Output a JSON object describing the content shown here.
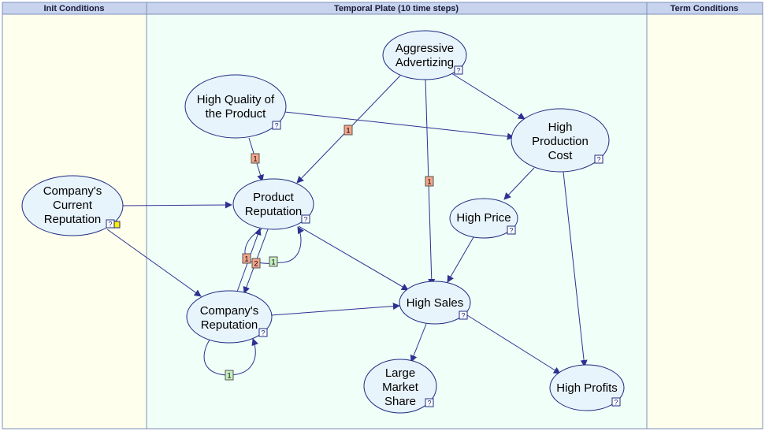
{
  "panes": {
    "init": {
      "title": "Init Conditions"
    },
    "plate": {
      "title": "Temporal Plate (10 time steps)"
    },
    "term": {
      "title": "Term Conditions"
    }
  },
  "colors": {
    "header_bg": "#c8d4ee",
    "init_bg": "#ffffee",
    "plate_bg": "#f0fff8",
    "node_fill": "#e8f4fb",
    "node_stroke": "#1c2b80",
    "arc": "#2e3192",
    "badge_orange": "#f4a58a",
    "badge_green": "#c6efc0",
    "badge_yellow": "#ffee00"
  },
  "nodes": {
    "aggressive_advertizing": {
      "lines": [
        "Aggressive",
        "Advertizing"
      ],
      "badge": "?"
    },
    "high_quality": {
      "lines": [
        "High Quality of",
        "the Product"
      ],
      "badge": "?"
    },
    "high_production_cost": {
      "lines": [
        "High",
        "Production",
        "Cost"
      ],
      "badge": "?"
    },
    "companys_current_reputation": {
      "lines": [
        "Company's",
        "Current",
        "Reputation"
      ],
      "badge": "?"
    },
    "product_reputation": {
      "lines": [
        "Product",
        "Reputation"
      ],
      "badge": "?"
    },
    "high_price": {
      "lines": [
        "High Price"
      ],
      "badge": "?"
    },
    "companys_reputation": {
      "lines": [
        "Company's",
        "Reputation"
      ],
      "badge": "?"
    },
    "high_sales": {
      "lines": [
        "High Sales"
      ],
      "badge": "?"
    },
    "large_market_share": {
      "lines": [
        "Large",
        "Market",
        "Share"
      ],
      "badge": "?"
    },
    "high_profits": {
      "lines": [
        "High Profits"
      ],
      "badge": "?"
    }
  },
  "arc_labels": {
    "quality_to_product_rep": "1",
    "advert_to_product_rep": "1",
    "advert_to_sales": "1",
    "company_rep_to_product_rep": "1",
    "product_rep_to_company_rep": "2",
    "product_rep_self_loop": "1",
    "company_rep_self_loop": "1"
  }
}
